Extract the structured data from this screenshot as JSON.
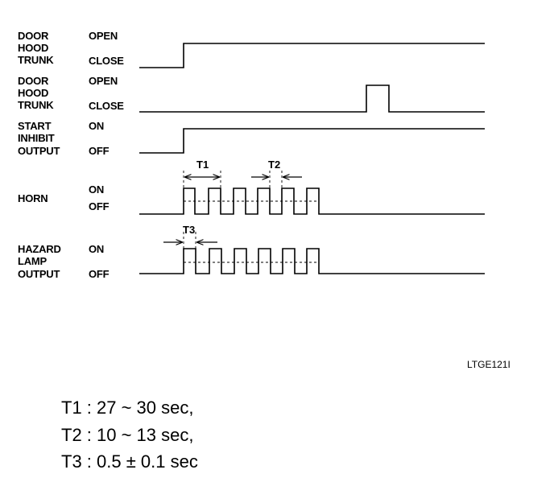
{
  "rows": [
    {
      "signal": [
        "DOOR",
        "HOOD",
        "TRUNK"
      ],
      "high": "OPEN",
      "low": "CLOSE"
    },
    {
      "signal": [
        "DOOR",
        "HOOD",
        "TRUNK"
      ],
      "high": "OPEN",
      "low": "CLOSE"
    },
    {
      "signal": [
        "START",
        "INHIBIT",
        "OUTPUT"
      ],
      "high": "ON",
      "low": "OFF"
    },
    {
      "signal": [
        "HORN"
      ],
      "high": "ON",
      "low": "OFF"
    },
    {
      "signal": [
        "HAZARD",
        "LAMP",
        "OUTPUT"
      ],
      "high": "ON",
      "low": "OFF"
    }
  ],
  "timing_labels": {
    "t1": "T1",
    "t2": "T2",
    "t3": "T3"
  },
  "figure_code": "LTGE121I",
  "legend": [
    "T1 : 27 ~ 30 sec,",
    "T2 : 10 ~ 13 sec,",
    "T3 : 0.5 ± 0.1 sec"
  ]
}
